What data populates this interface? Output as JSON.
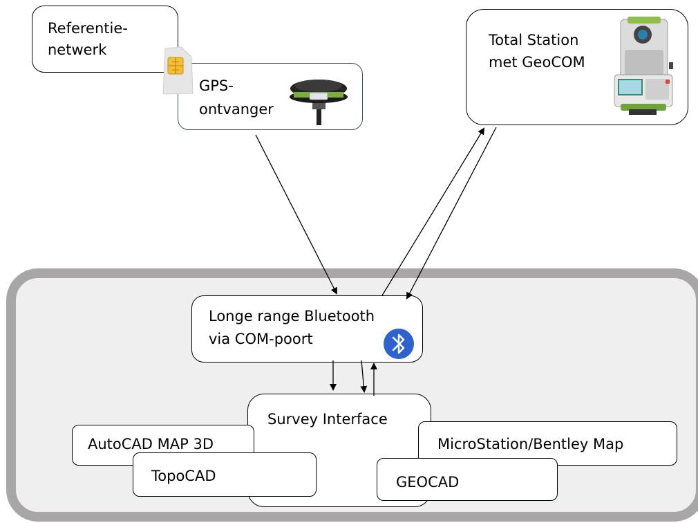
{
  "nodes": {
    "referentie": {
      "line1": "Referentie-",
      "line2": "netwerk"
    },
    "gps": {
      "line1": "GPS-",
      "line2": "ontvanger"
    },
    "total_station": {
      "line1": "Total Station",
      "line2": "met GeoCOM"
    },
    "bluetooth": {
      "line1": "Longe range Bluetooth",
      "line2": "via COM-poort"
    },
    "survey": {
      "label": "Survey Interface"
    },
    "autocad": {
      "label": "AutoCAD MAP 3D"
    },
    "topocad": {
      "label": "TopoCAD"
    },
    "microstation": {
      "label": "MicroStation/Bentley Map"
    },
    "geocad": {
      "label": "GEOCAD"
    }
  },
  "colors": {
    "container_fill": "#efefef",
    "container_border": "#a8a6a6",
    "gps_box_border": "#3b4a5c",
    "bluetooth_badge": "#2e63cf"
  },
  "icons": [
    "sim-card-icon",
    "gps-receiver-icon",
    "total-station-icon",
    "bluetooth-icon"
  ]
}
